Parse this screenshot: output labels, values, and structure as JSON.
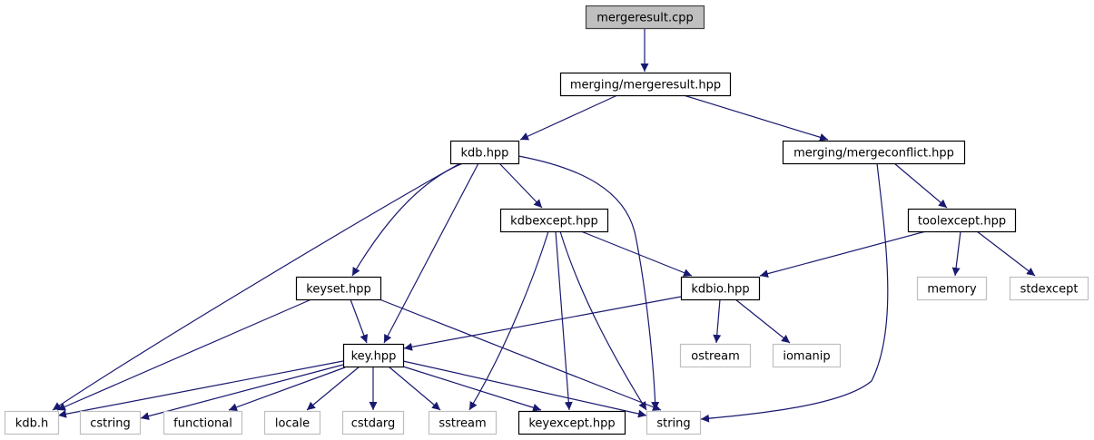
{
  "diagram": {
    "title": "Include dependency graph for mergeresult.cpp",
    "colors": {
      "edge": "#191970",
      "root_fill": "#bfbfbf",
      "root_border": "#404040",
      "project_border": "#000000",
      "system_border": "#bfbfbf",
      "node_fill": "#ffffff"
    },
    "nodes": [
      {
        "id": "mergeresult_cpp",
        "label": "mergeresult.cpp",
        "kind": "root"
      },
      {
        "id": "merging_mergeresult_hpp",
        "label": "merging/mergeresult.hpp",
        "kind": "project"
      },
      {
        "id": "kdb_hpp",
        "label": "kdb.hpp",
        "kind": "project"
      },
      {
        "id": "merging_mergeconflict_hpp",
        "label": "merging/mergeconflict.hpp",
        "kind": "project"
      },
      {
        "id": "kdbexcept_hpp",
        "label": "kdbexcept.hpp",
        "kind": "project"
      },
      {
        "id": "toolexcept_hpp",
        "label": "toolexcept.hpp",
        "kind": "project"
      },
      {
        "id": "keyset_hpp",
        "label": "keyset.hpp",
        "kind": "project"
      },
      {
        "id": "kdbio_hpp",
        "label": "kdbio.hpp",
        "kind": "project"
      },
      {
        "id": "memory",
        "label": "memory",
        "kind": "system"
      },
      {
        "id": "stdexcept",
        "label": "stdexcept",
        "kind": "system"
      },
      {
        "id": "key_hpp",
        "label": "key.hpp",
        "kind": "project"
      },
      {
        "id": "ostream",
        "label": "ostream",
        "kind": "system"
      },
      {
        "id": "iomanip",
        "label": "iomanip",
        "kind": "system"
      },
      {
        "id": "kdb_h",
        "label": "kdb.h",
        "kind": "system"
      },
      {
        "id": "cstring",
        "label": "cstring",
        "kind": "system"
      },
      {
        "id": "functional",
        "label": "functional",
        "kind": "system"
      },
      {
        "id": "locale",
        "label": "locale",
        "kind": "system"
      },
      {
        "id": "cstdarg",
        "label": "cstdarg",
        "kind": "system"
      },
      {
        "id": "sstream",
        "label": "sstream",
        "kind": "system"
      },
      {
        "id": "keyexcept_hpp",
        "label": "keyexcept.hpp",
        "kind": "project"
      },
      {
        "id": "string",
        "label": "string",
        "kind": "system"
      }
    ],
    "edges": [
      {
        "from": "mergeresult_cpp",
        "to": "merging_mergeresult_hpp"
      },
      {
        "from": "merging_mergeresult_hpp",
        "to": "kdb_hpp"
      },
      {
        "from": "merging_mergeresult_hpp",
        "to": "merging_mergeconflict_hpp"
      },
      {
        "from": "kdb_hpp",
        "to": "kdb_h"
      },
      {
        "from": "kdb_hpp",
        "to": "keyset_hpp"
      },
      {
        "from": "kdb_hpp",
        "to": "key_hpp"
      },
      {
        "from": "kdb_hpp",
        "to": "kdbexcept_hpp"
      },
      {
        "from": "kdb_hpp",
        "to": "string"
      },
      {
        "from": "merging_mergeconflict_hpp",
        "to": "toolexcept_hpp"
      },
      {
        "from": "merging_mergeconflict_hpp",
        "to": "string"
      },
      {
        "from": "kdbexcept_hpp",
        "to": "kdbio_hpp"
      },
      {
        "from": "kdbexcept_hpp",
        "to": "sstream"
      },
      {
        "from": "kdbexcept_hpp",
        "to": "keyexcept_hpp"
      },
      {
        "from": "kdbexcept_hpp",
        "to": "string"
      },
      {
        "from": "toolexcept_hpp",
        "to": "kdbio_hpp"
      },
      {
        "from": "toolexcept_hpp",
        "to": "memory"
      },
      {
        "from": "toolexcept_hpp",
        "to": "stdexcept"
      },
      {
        "from": "keyset_hpp",
        "to": "key_hpp"
      },
      {
        "from": "keyset_hpp",
        "to": "kdb_h"
      },
      {
        "from": "keyset_hpp",
        "to": "string"
      },
      {
        "from": "kdbio_hpp",
        "to": "key_hpp"
      },
      {
        "from": "kdbio_hpp",
        "to": "ostream"
      },
      {
        "from": "kdbio_hpp",
        "to": "iomanip"
      },
      {
        "from": "key_hpp",
        "to": "kdb_h"
      },
      {
        "from": "key_hpp",
        "to": "cstring"
      },
      {
        "from": "key_hpp",
        "to": "functional"
      },
      {
        "from": "key_hpp",
        "to": "locale"
      },
      {
        "from": "key_hpp",
        "to": "cstdarg"
      },
      {
        "from": "key_hpp",
        "to": "sstream"
      },
      {
        "from": "key_hpp",
        "to": "keyexcept_hpp"
      },
      {
        "from": "key_hpp",
        "to": "string"
      }
    ]
  }
}
